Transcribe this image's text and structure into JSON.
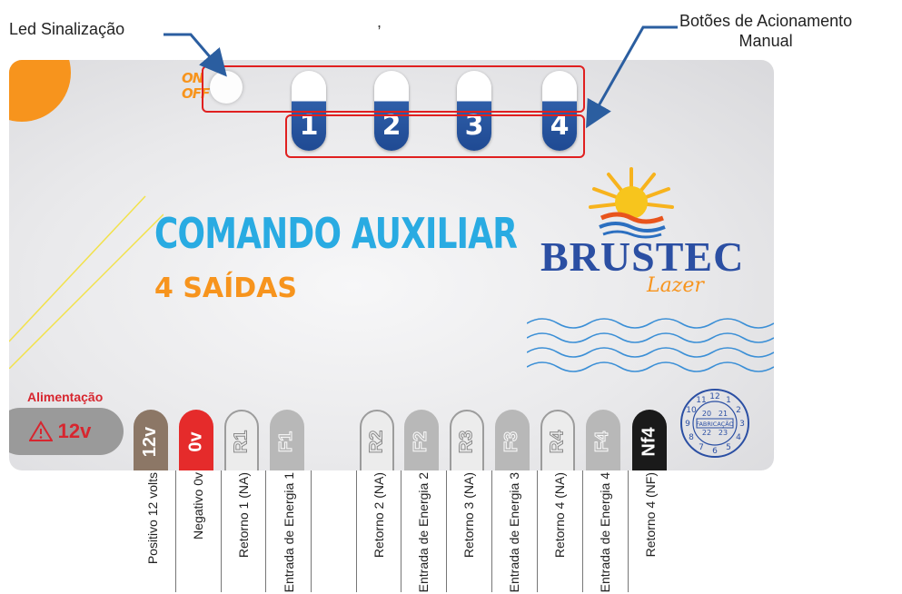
{
  "annotations": {
    "led_label": "Led Sinalização",
    "buttons_label_line1": "Botões de Acionamento",
    "buttons_label_line2": "Manual",
    "stray_mark": ","
  },
  "panel": {
    "on_label": "ON",
    "off_label": "OFF",
    "buttons": [
      "1",
      "2",
      "3",
      "4"
    ],
    "title": "COMANDO AUXILIAR",
    "subtitle": "4 SAÍDAS",
    "brand": "BRUSTEC",
    "brand_sub": "Lazer",
    "power_label": "Alimentação",
    "power_value": "12v",
    "terminals": [
      "12v",
      "0v",
      "R1",
      "F1",
      "R2",
      "F2",
      "R3",
      "F3",
      "R4",
      "F4",
      "Nf4"
    ],
    "seal": {
      "center": "FABRICAÇÃO",
      "outer": [
        "11",
        "12",
        "1",
        "2",
        "3",
        "4",
        "5",
        "6",
        "7",
        "8",
        "9",
        "10"
      ],
      "inner": [
        "20",
        "21",
        "22",
        "23"
      ]
    }
  },
  "bottom_labels": [
    "Positivo 12 volts",
    "Negativo 0v",
    "Retorno 1 (NA)",
    "Entrada de Energia 1",
    "Retorno 2 (NA)",
    "Entrada de Energia 2",
    "Retorno 3 (NA)",
    "Entrada de Energia 3",
    "Retorno 4 (NA)",
    "Entrada de Energia 4",
    "Retorno 4 (NF)"
  ],
  "colors": {
    "accent_orange": "#f7941d",
    "title_blue": "#29abe2",
    "brand_blue": "#2b4fa3",
    "highlight_red": "#e02020"
  }
}
